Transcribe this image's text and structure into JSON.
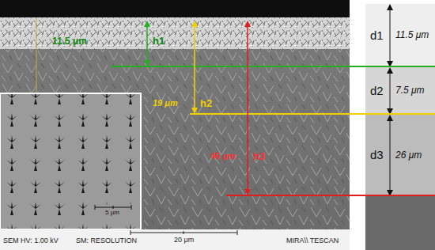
{
  "diagram": {
    "nodes": [
      {
        "text": [
          "d1",
          "11.5 μm"
        ]
      },
      {
        "text": [
          "d2",
          "7.5 μm"
        ]
      },
      {
        "text": [
          "d3",
          "26 μm"
        ]
      }
    ],
    "labels": [
      "11.5 μm",
      "h1",
      "19 μm",
      "h2",
      "45 μm",
      "h3",
      "5 μm",
      "SEM HV: 1.00 kV",
      "SM: RESOLUTION",
      "20 μm",
      "MIRA\\\\ TESCAN"
    ]
  }
}
